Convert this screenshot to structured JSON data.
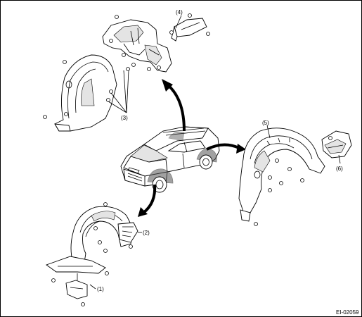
{
  "callouts": {
    "c1": "(1)",
    "c2": "(2)",
    "c3": "(3)",
    "c4": "(4)",
    "c5": "(5)",
    "c6": "(6)"
  },
  "figure_id": "EI-02059"
}
